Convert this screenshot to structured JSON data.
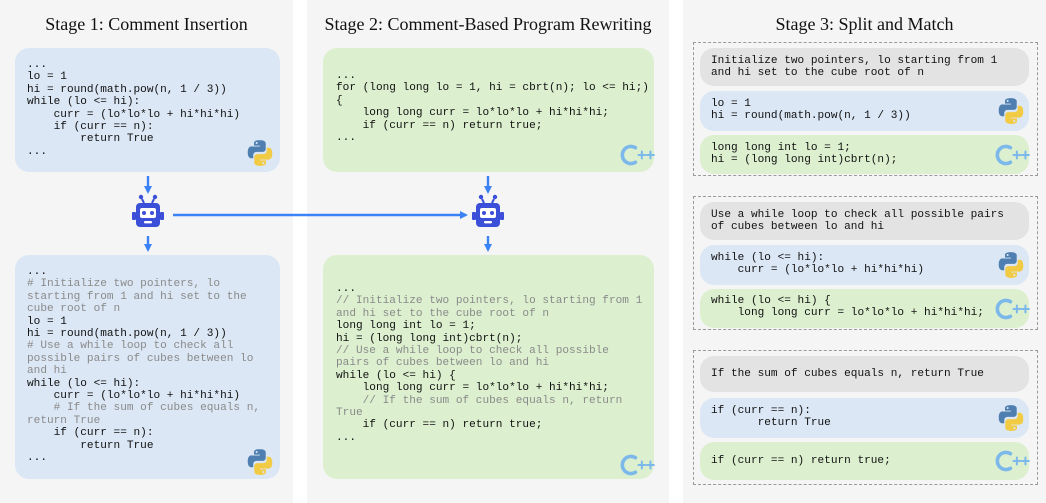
{
  "stage1": {
    "title": "Stage 1: Comment Insertion",
    "top_code": [
      "...",
      "lo = 1",
      "hi = round(math.pow(n, 1 / 3))",
      "while (lo <= hi):",
      "    curr = (lo*lo*lo + hi*hi*hi)",
      "    if (curr == n):",
      "        return True",
      "..."
    ],
    "bottom_code": [
      {
        "t": "...",
        "c": false
      },
      {
        "t": "# Initialize two pointers, lo",
        "c": true
      },
      {
        "t": "starting from 1 and hi set to the",
        "c": true
      },
      {
        "t": "cube root of n",
        "c": true
      },
      {
        "t": "lo = 1",
        "c": false
      },
      {
        "t": "hi = round(math.pow(n, 1 / 3))",
        "c": false
      },
      {
        "t": "# Use a while loop to check all",
        "c": true
      },
      {
        "t": "possible pairs of cubes between lo",
        "c": true
      },
      {
        "t": "and hi",
        "c": true
      },
      {
        "t": "while (lo <= hi):",
        "c": false
      },
      {
        "t": "    curr = (lo*lo*lo + hi*hi*hi)",
        "c": false
      },
      {
        "t": "    # If the sum of cubes equals n,",
        "c": true
      },
      {
        "t": "return True",
        "c": true
      },
      {
        "t": "    if (curr == n):",
        "c": false
      },
      {
        "t": "        return True",
        "c": false
      },
      {
        "t": "...",
        "c": false
      }
    ]
  },
  "stage2": {
    "title": "Stage 2: Comment-Based Program Rewriting",
    "top_code": [
      "...",
      "for (long long lo = 1, hi = cbrt(n); lo <= hi;)",
      "{",
      "    long long curr = lo*lo*lo + hi*hi*hi;",
      "    if (curr == n) return true;",
      "..."
    ],
    "bottom_code": [
      {
        "t": "...",
        "c": false
      },
      {
        "t": "// Initialize two pointers, lo starting from 1",
        "c": true
      },
      {
        "t": "and hi set to the cube root of n",
        "c": true
      },
      {
        "t": "long long int lo = 1;",
        "c": false
      },
      {
        "t": "hi = (long long int)cbrt(n);",
        "c": false
      },
      {
        "t": "// Use a while loop to check all possible",
        "c": true
      },
      {
        "t": "pairs of cubes between lo and hi",
        "c": true
      },
      {
        "t": "while (lo <= hi) {",
        "c": false
      },
      {
        "t": "    long long curr = lo*lo*lo + hi*hi*hi;",
        "c": false
      },
      {
        "t": "    // If the sum of cubes equals n, return",
        "c": true
      },
      {
        "t": "True",
        "c": true
      },
      {
        "t": "    if (curr == n) return true;",
        "c": false
      },
      {
        "t": "...",
        "c": false
      }
    ]
  },
  "stage3": {
    "title": "Stage 3: Split and Match",
    "groups": [
      {
        "comment": [
          "Initialize two pointers, lo starting from 1",
          "and hi set to the cube root of n"
        ],
        "python": [
          "lo = 1",
          "hi = round(math.pow(n, 1 / 3))"
        ],
        "cpp": [
          "long long int lo = 1;",
          "hi = (long long int)cbrt(n);"
        ]
      },
      {
        "comment": [
          "Use a while loop to check all possible pairs",
          "of cubes between lo and hi"
        ],
        "python": [
          "while (lo <= hi):",
          "    curr = (lo*lo*lo + hi*hi*hi)"
        ],
        "cpp": [
          "while (lo <= hi) {",
          "    long long curr = lo*lo*lo + hi*hi*hi;"
        ]
      },
      {
        "comment": [
          "If the sum of cubes equals n, return True"
        ],
        "python": [
          "if (curr == n):",
          "       return True"
        ],
        "cpp": [
          "if (curr == n) return true;"
        ]
      }
    ]
  },
  "icons": {
    "python": "python-logo-icon",
    "cpp": "cpp-logo-icon",
    "robot": "robot-icon"
  },
  "colors": {
    "python_box": "#dbe7f5",
    "cpp_box": "#dcf0cf",
    "comment_box": "#e3e3e3",
    "arrow": "#3b82f6",
    "robot": "#3b4fd8",
    "comment_text": "#8a8a8a"
  }
}
